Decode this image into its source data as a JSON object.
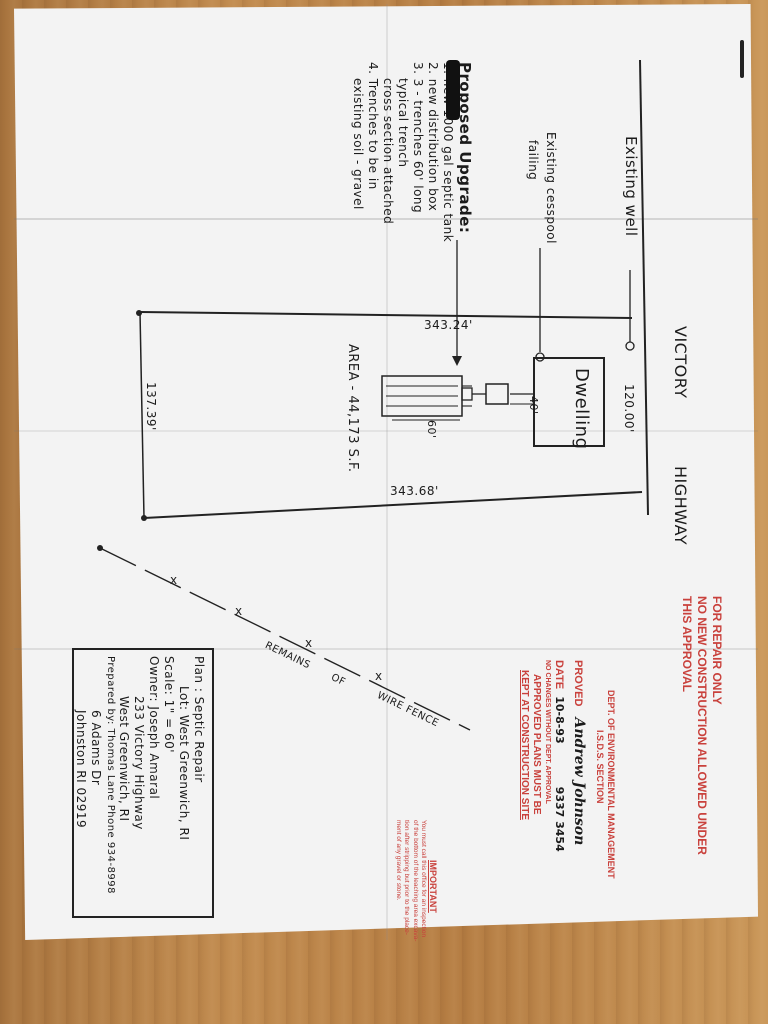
{
  "road": {
    "name_part1": "VICTORY",
    "name_part2": "HIGHWAY"
  },
  "labels": {
    "existing_well": "Existing well",
    "existing_cesspool_1": "Existing cesspool",
    "existing_cesspool_2": "failing",
    "dwelling": "Dwelling",
    "dim_front": "120.00'",
    "dim_left": "343.24'",
    "dim_right": "343.68'",
    "dim_rear": "137.39'",
    "dim_40": "40'",
    "dim_60": "60'",
    "area": "AREA - 44,173 S.F.",
    "fence_1": "REMAINS",
    "fence_2": "OF",
    "fence_3": "WIRE FENCE"
  },
  "notes": {
    "title": "Proposed Upgrade:",
    "items": [
      "1. new 1000 gal septic tank",
      "2. new distribution box",
      "3. 3 - trenches 60' long",
      "typical trench",
      "cross section attached",
      "4. Trenches to be in",
      "existing soil - gravel"
    ]
  },
  "legend": {
    "plan": "Plan : Septic Repair",
    "town": "Lot: West Greenwich, RI",
    "scale": "Scale: 1\" = 60'",
    "owner": "Owner: Joseph Amaral",
    "address1": "233 Victory Highway",
    "address2": "West Greenwich, RI",
    "prepared": "Prepared by: Thomas Lane Phone 934-8998",
    "prep_address1": "6 Adams Dr",
    "prep_address2": "Johnston RI 02919"
  },
  "stamp": {
    "line1": "FOR REPAIR ONLY",
    "line2": "NO NEW CONSTRUCTION ALLOWED UNDER",
    "line3": "THIS APPROVAL",
    "dept": "DEPT. OF ENVIRONMENTAL MANAGEMENT",
    "section": "I.S.D.S. SECTION",
    "approved": "PROVED",
    "signature": "Andrew Johnson",
    "date_label": "DATE",
    "date": "10-8-93",
    "permit": "9337 3454",
    "no_changes": "NO CHANGES WITHOUT DEPT. APPROVAL",
    "approved_plans_1": "APPROVED PLANS MUST BE",
    "approved_plans_2": "KEPT AT CONSTRUCTION SITE",
    "important": "IMPORTANT",
    "important_text": [
      "You must call this office for an inspection",
      "of the bottom of the leaching area excava-",
      "tion after stripping but prior to the place-",
      "ment of any gravel or stone."
    ]
  },
  "colors": {
    "stamp_red": "#c9413c",
    "ink": "#1b1b1b",
    "paper": "#f3f3f3",
    "table": "#b47c42"
  }
}
